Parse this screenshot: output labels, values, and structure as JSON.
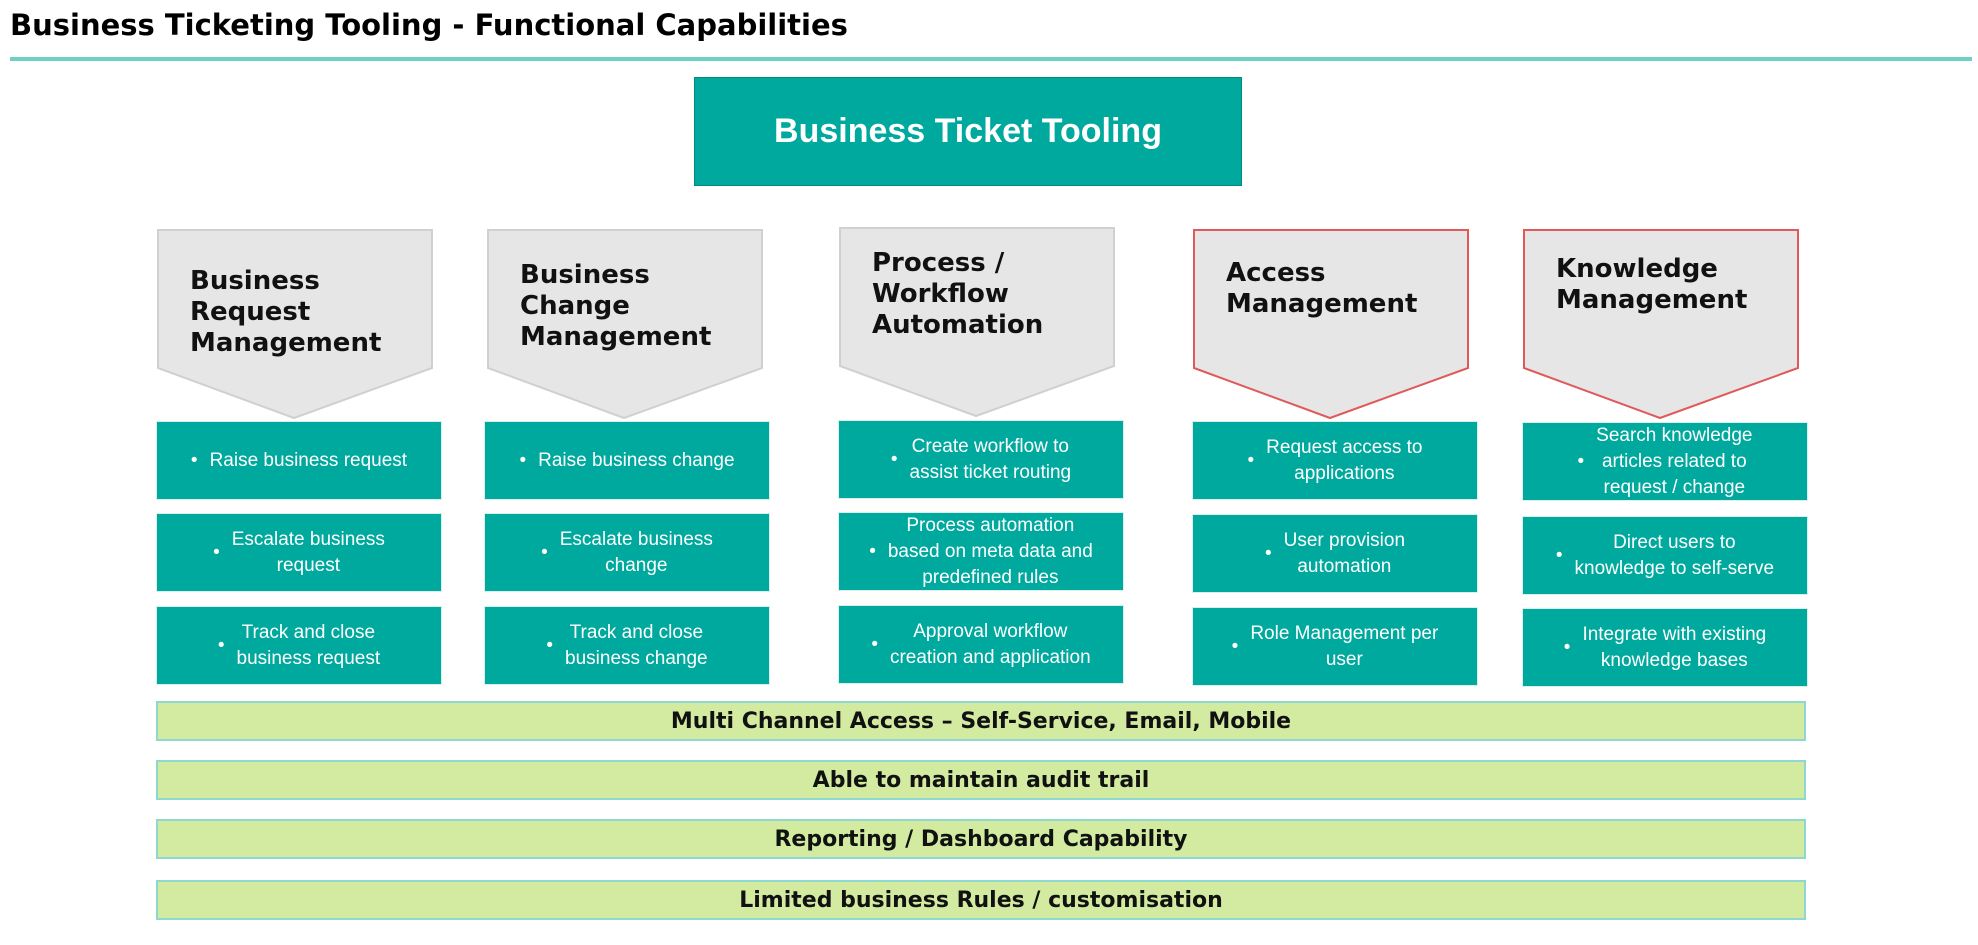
{
  "title": "Business Ticketing Tooling - Functional Capabilities",
  "main_box": "Business Ticket Tooling",
  "columns": [
    {
      "heading": "Business\nRequest\nManagement",
      "items": [
        "Raise business request",
        "Escalate business\nrequest",
        "Track and close\nbusiness request"
      ]
    },
    {
      "heading": "Business\nChange\nManagement",
      "items": [
        "Raise business change",
        "Escalate business\nchange",
        "Track and close\nbusiness change"
      ]
    },
    {
      "heading": "Process /\nWorkflow\nAutomation",
      "items": [
        "Create workflow to\nassist ticket routing",
        "Process automation\nbased on meta data and\npredefined rules",
        "Approval workflow\ncreation and application"
      ]
    },
    {
      "heading": "Access\nManagement",
      "items": [
        "Request access to\napplications",
        "User provision\nautomation",
        "Role Management per\nuser"
      ]
    },
    {
      "heading": "Knowledge\nManagement",
      "items": [
        "Search knowledge\narticles related to\nrequest / change",
        "Direct users to\nknowledge to self-serve",
        "Integrate with existing\nknowledge bases"
      ]
    }
  ],
  "bars": [
    "Multi Channel Access – Self-Service, Email, Mobile",
    "Able to maintain audit trail",
    "Reporting  / Dashboard  Capability",
    "Limited  business Rules / customisation"
  ],
  "colors": {
    "teal": "#00a99d",
    "chevron_fill": "#e6e6e6",
    "chevron_highlight_border": "#e05a5a",
    "bar_fill": "#d3eba0",
    "rule": "#6fd0c8"
  }
}
